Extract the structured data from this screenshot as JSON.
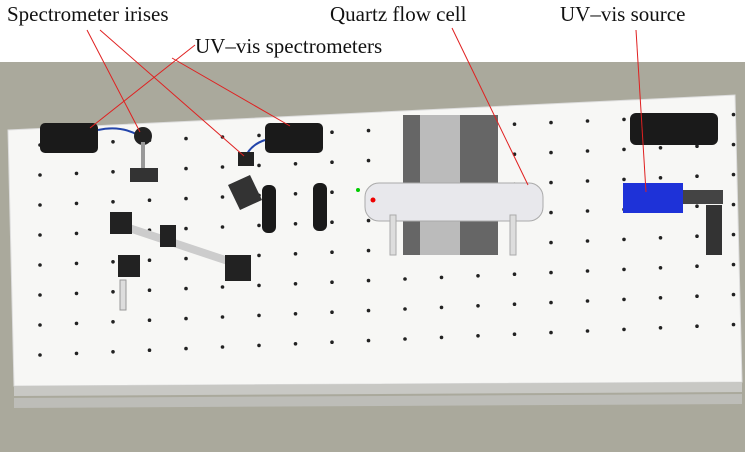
{
  "labels": {
    "irises": "Spectrometer irises",
    "spectrometers": "UV–vis spectrometers",
    "flow_cell": "Quartz flow cell",
    "source": "UV–vis source"
  },
  "colors": {
    "background": "#aaa99c",
    "table": "#f7f7f5",
    "arrow": "#e02020",
    "components": "#1a1a1a",
    "source_blue": "#1e32d8"
  }
}
